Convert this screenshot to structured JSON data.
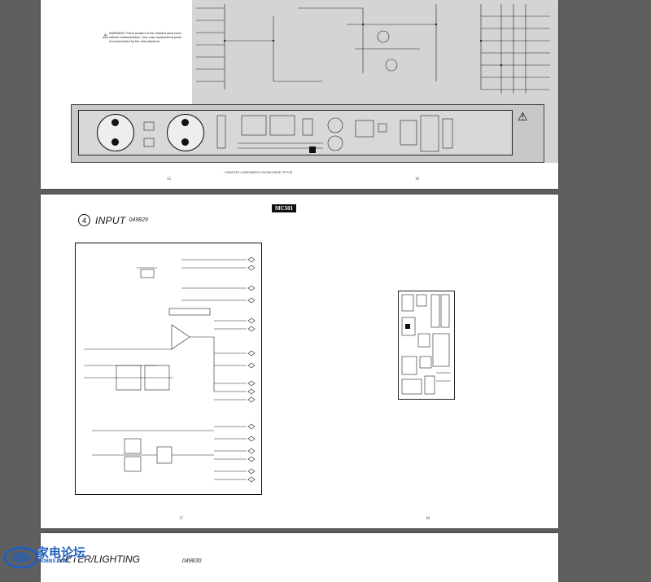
{
  "page1": {
    "left_page_number": "15",
    "right_page_number": "16",
    "footnote": "* DENOTES COMPONENTS ON BACKSIDE OF PCB",
    "warning_text": "WARNING: Parts located in the shaded area have critical characteristics. Use only replacement parts recommended by the manufacturer."
  },
  "page2": {
    "badge": "MC501",
    "section_number": "4",
    "section_title": "INPUT",
    "section_code": "049829",
    "left_page_number": "17",
    "right_page_number": "18"
  },
  "page3": {
    "section_title": "METER/LIGHTING",
    "section_code": "049830"
  },
  "watermark": {
    "title": "家电论坛",
    "subtitle": "JDBBS.COM"
  }
}
